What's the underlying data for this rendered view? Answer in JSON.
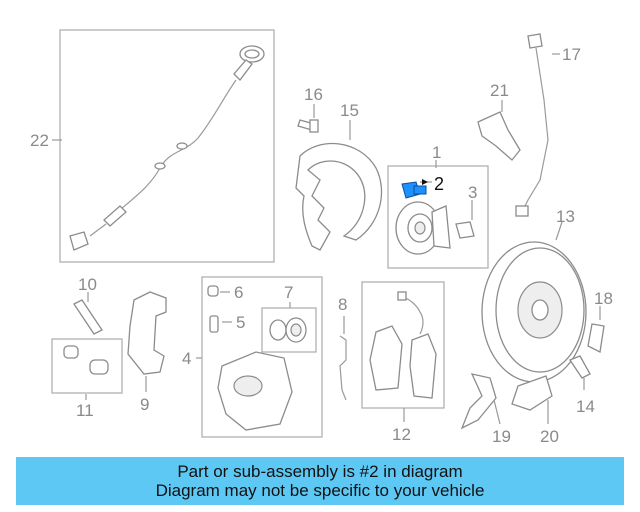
{
  "callouts": [
    {
      "id": "1",
      "text": "1"
    },
    {
      "id": "2",
      "text": "2"
    },
    {
      "id": "3",
      "text": "3"
    },
    {
      "id": "4",
      "text": "4"
    },
    {
      "id": "5",
      "text": "5"
    },
    {
      "id": "6",
      "text": "6"
    },
    {
      "id": "7",
      "text": "7"
    },
    {
      "id": "8",
      "text": "8"
    },
    {
      "id": "9",
      "text": "9"
    },
    {
      "id": "10",
      "text": "10"
    },
    {
      "id": "11",
      "text": "11"
    },
    {
      "id": "12",
      "text": "12"
    },
    {
      "id": "13",
      "text": "13"
    },
    {
      "id": "14",
      "text": "14"
    },
    {
      "id": "15",
      "text": "15"
    },
    {
      "id": "16",
      "text": "16"
    },
    {
      "id": "17",
      "text": "17"
    },
    {
      "id": "18",
      "text": "18"
    },
    {
      "id": "19",
      "text": "19"
    },
    {
      "id": "20",
      "text": "20"
    },
    {
      "id": "21",
      "text": "21"
    },
    {
      "id": "22",
      "text": "22"
    }
  ],
  "highlight_part": "2",
  "highlight_color": "#1e90ff",
  "banner": {
    "line1": "Part or sub-assembly is #2 in diagram",
    "line2": "Diagram may not be specific to your vehicle",
    "color": "#5ec8f4"
  }
}
